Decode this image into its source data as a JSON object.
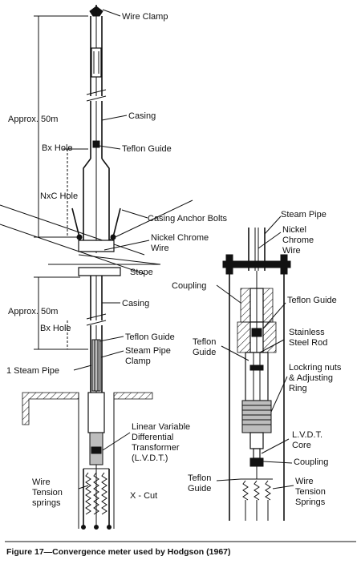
{
  "figure": {
    "caption": "Figure 17—Convergence meter used by Hodgson (1967)"
  },
  "left_labels": {
    "wire_clamp": "Wire Clamp",
    "approx_top": "Approx. 50m",
    "casing_top": "Casing",
    "bx_hole_top": "Bx Hole",
    "teflon_guide_top": "Teflon Guide",
    "nxc_hole": "NxC Hole",
    "casing_anchor_bolts": "Casing Anchor Bolts",
    "nickel_chrome_wire": "Nickel Chrome\nWire",
    "stope": "Stope",
    "approx_bottom": "Approx. 50m",
    "casing_bottom": "Casing",
    "bx_hole_bottom": "Bx Hole",
    "teflon_guide_mid": "Teflon Guide",
    "steam_pipe_clamp": "Steam Pipe\nClamp",
    "steam_pipe_1": "1 Steam Pipe",
    "lvdt": "Linear Variable\nDifferential\nTransformer\n(L.V.D.T.)",
    "wire_tension_springs": "Wire\nTension\nsprings",
    "x_cut": "X - Cut"
  },
  "right_labels": {
    "steam_pipe": "Steam Pipe",
    "nickel_chrome_wire": "Nickel\nChrome\nWire",
    "coupling": "Coupling",
    "teflon_guide_upper": "Teflon Guide",
    "teflon_guide_left": "Teflon\nGuide",
    "stainless_steel_rod": "Stainless\nSteel Rod",
    "lockring": "Lockring nuts\n& Adjusting\nRing",
    "lvdt_core": "L.V.D.T.\nCore",
    "coupling_lower": "Coupling",
    "teflon_guide_lower": "Teflon\nGuide",
    "wire_tension_springs": "Wire\nTension\nSprings"
  }
}
